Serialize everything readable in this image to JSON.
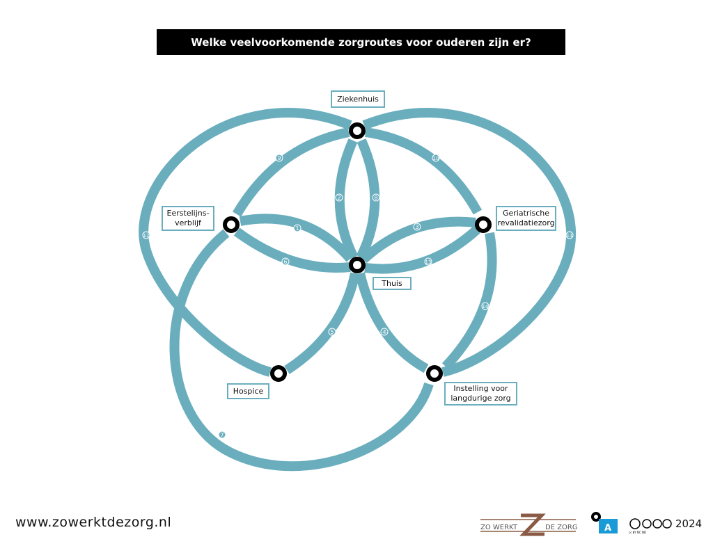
{
  "title": "Welke veelvoorkomende zorgroutes voor ouderen zijn er?",
  "colors": {
    "route": "#6aaebe",
    "node": "#000000",
    "logo_brown": "#8a5a44",
    "logo_blue": "#1a9ad6"
  },
  "nodes": {
    "ziekenhuis": "Ziekenhuis",
    "eerstelijns": "Eerstelijns-verblijf",
    "geriatrisch": "Geriatrische revalidatiezorg",
    "thuis": "Thuis",
    "hospice": "Hospice",
    "instelling": "Instelling voor langdurige zorg"
  },
  "routes": {
    "r1": "1",
    "r2": "2",
    "r3": "3",
    "r4": "4",
    "r5": "5",
    "r6": "6",
    "r7": "7",
    "r8": "8",
    "r9": "9",
    "r10": "10",
    "r11": "11",
    "r12": "12",
    "r13": "13",
    "r14": "14"
  },
  "footer": {
    "url": "www.zowerktdezorg.nl",
    "logo_left": "ZO WERKT",
    "logo_right": "DE ZORG",
    "logo_z": "Z",
    "badge": "A",
    "license": "cc BY NC ND",
    "year": "2024"
  }
}
